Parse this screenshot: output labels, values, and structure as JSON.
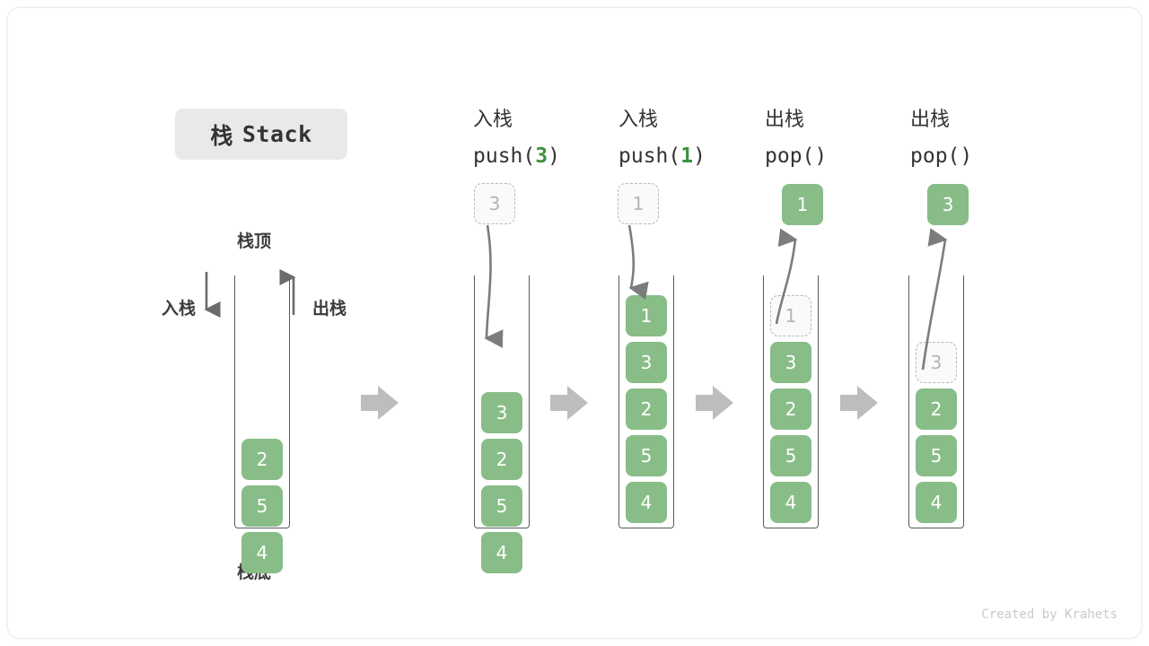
{
  "title_badge": {
    "cn": "栈",
    "en": "Stack"
  },
  "labels": {
    "top": "栈顶",
    "bottom": "栈底",
    "push": "入栈",
    "pop": "出栈"
  },
  "initial_stack": {
    "name": "initial-stack",
    "cells": [
      "2",
      "5",
      "4"
    ],
    "top_label": "栈顶",
    "bottom_label": "栈底",
    "push_label": "入栈",
    "pop_label": "出栈"
  },
  "steps": [
    {
      "op": "push",
      "head_cn": "入栈",
      "head_code_prefix": "push(",
      "head_code_arg": "3",
      "head_code_suffix": ")",
      "ghost_above": "3",
      "popped": null,
      "ghost_in_stack": null,
      "cells": [
        "3",
        "2",
        "5",
        "4"
      ]
    },
    {
      "op": "push",
      "head_cn": "入栈",
      "head_code_prefix": "push(",
      "head_code_arg": "1",
      "head_code_suffix": ")",
      "ghost_above": "1",
      "popped": null,
      "ghost_in_stack": null,
      "cells": [
        "1",
        "3",
        "2",
        "5",
        "4"
      ]
    },
    {
      "op": "pop",
      "head_cn": "出栈",
      "head_code_prefix": "pop(",
      "head_code_arg": "",
      "head_code_suffix": ")",
      "ghost_above": null,
      "popped": "1",
      "ghost_in_stack": "1",
      "cells": [
        "3",
        "2",
        "5",
        "4"
      ]
    },
    {
      "op": "pop",
      "head_cn": "出栈",
      "head_code_prefix": "pop(",
      "head_code_arg": "",
      "head_code_suffix": ")",
      "ghost_above": null,
      "popped": "3",
      "ghost_in_stack": "3",
      "cells": [
        "2",
        "5",
        "4"
      ]
    }
  ],
  "colors": {
    "cell_green": "#88bd88",
    "arg_green": "#3f9142",
    "wall": "#5a5a5a",
    "ghost_border": "#b9b9b9",
    "flow_arrow": "#bdbdbd",
    "badge_bg": "#e9e9e9"
  },
  "credit": "Created by Krahets"
}
